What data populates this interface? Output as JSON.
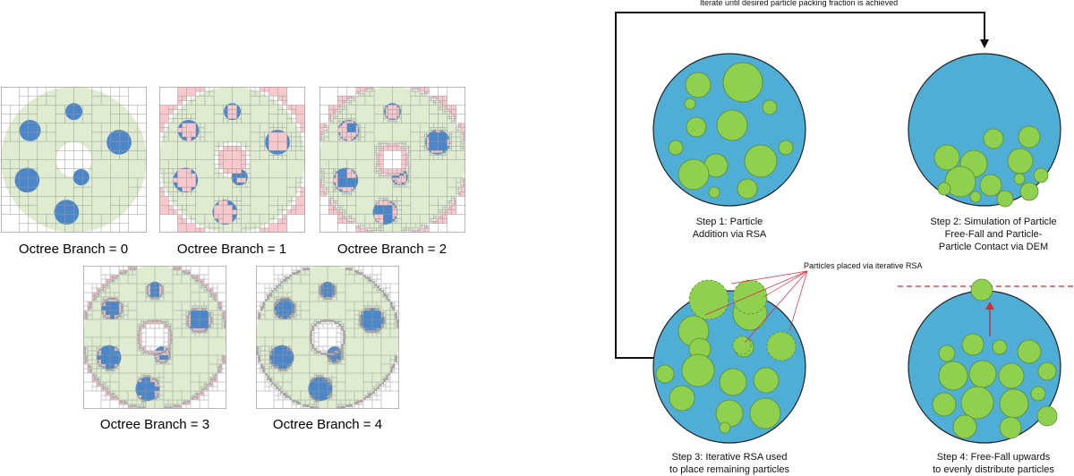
{
  "octree": {
    "labels": [
      "Octree Branch = 0",
      "Octree Branch = 1",
      "Octree Branch = 2",
      "Octree Branch = 3",
      "Octree Branch = 4"
    ],
    "branch_levels": [
      0,
      1,
      2,
      3,
      4
    ]
  },
  "process": {
    "loop_label": "Iterate until desired particle packing fraction is achieved",
    "step1": [
      "Step 1: Particle",
      "Addition via RSA"
    ],
    "step2": [
      "Step 2: Simulation of Particle",
      "Free-Fall and Particle-",
      "Particle Contact via DEM"
    ],
    "step3": [
      "Step 3: Iterative RSA used",
      "to place remaining particles"
    ],
    "step4": [
      "Step 4: Free-Fall upwards",
      "to evenly distribute particles"
    ],
    "rsa_annotation": "Particles placed via iterative RSA"
  },
  "colors": {
    "annulus_green": "#dfeccf",
    "particle_blue": "#4a86c8",
    "refined_pink": "#f8c8cc",
    "domain_blue": "#4faed6",
    "particle_green": "#8fd14f",
    "arrow_red": "#d9283a"
  }
}
